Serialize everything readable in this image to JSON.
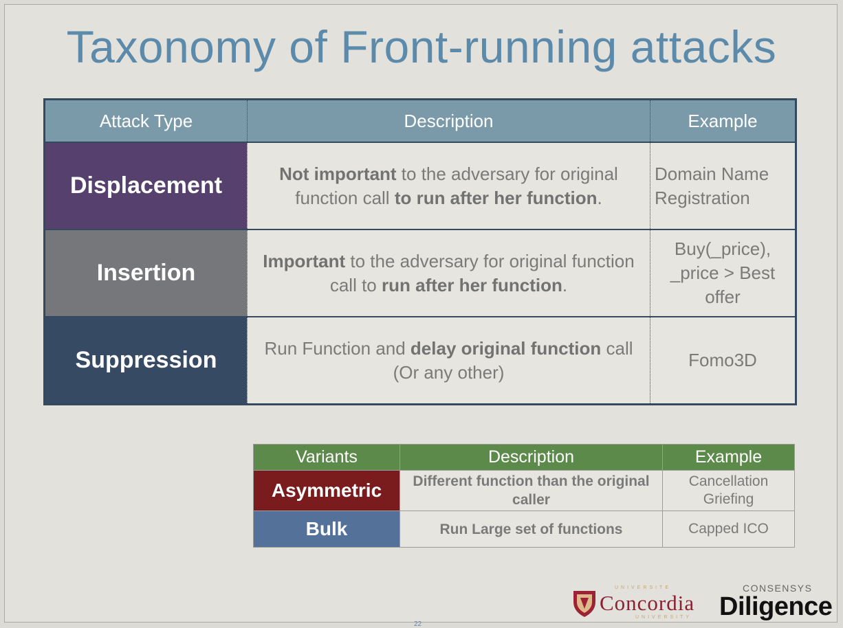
{
  "title": "Taxonomy of Front-running attacks",
  "main_table": {
    "headers": [
      "Attack Type",
      "Description",
      "Example"
    ],
    "rows": [
      {
        "type": "Displacement",
        "color": "#56406e",
        "desc_bold1": "Not important",
        "desc_text1": " to the adversary for original function call ",
        "desc_bold2": "to run after her function",
        "desc_text2": ".",
        "example": "Domain Name Registration"
      },
      {
        "type": "Insertion",
        "color": "#76777b",
        "desc_bold1": "Important",
        "desc_text1": " to the adversary for original function call to ",
        "desc_bold2": "run after her function",
        "desc_text2": ".",
        "example": "Buy(_price), _price > Best offer"
      },
      {
        "type": "Suppression",
        "color": "#374a64",
        "desc_text0": "Run Function and ",
        "desc_bold1": "delay original function",
        "desc_text1": " call (Or any other)",
        "example": "Fomo3D"
      }
    ]
  },
  "variants_table": {
    "headers": [
      "Variants",
      "Description",
      "Example"
    ],
    "rows": [
      {
        "type": "Asymmetric",
        "color": "#7a1c1e",
        "description": "Different function than the original caller",
        "example": "Cancellation Griefing"
      },
      {
        "type": "Bulk",
        "color": "#54719a",
        "description": "Run Large set of functions",
        "example": "Capped ICO"
      }
    ]
  },
  "logos": {
    "concordia": "Concordia",
    "concordia_top": "UNIVERSITE",
    "concordia_bottom": "UNIVERSITY",
    "consensys": "CONSENSYS",
    "diligence": "Diligence"
  },
  "page_number": "22"
}
